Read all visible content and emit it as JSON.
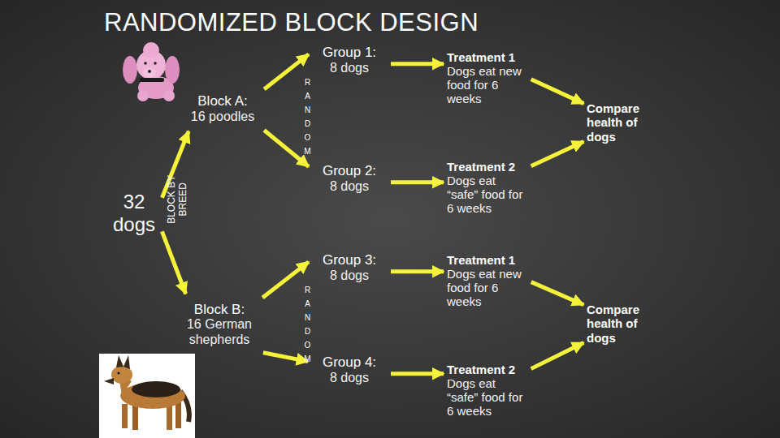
{
  "diagram": {
    "title": "RANDOMIZED BLOCK DESIGN",
    "nodes": [
      {
        "text": [
          "32 dogs"
        ]
      },
      {
        "text": [
          "Block A:",
          "16 poodles"
        ]
      },
      {
        "text": [
          "Group 1:",
          "8 dogs"
        ]
      },
      {
        "text": [
          "Treatment 1",
          "Dogs eat new food for 6 weeks"
        ]
      },
      {
        "text": [
          "Compare health of dogs"
        ]
      },
      {
        "text": [
          "Group 2:",
          "8 dogs"
        ]
      },
      {
        "text": [
          "Treatment 2",
          "Dogs eat “safe” food for 6 weeks"
        ]
      },
      {
        "text": [
          "Block B:",
          "16 German shepherds"
        ]
      },
      {
        "text": [
          "Group 3:",
          "8 dogs"
        ]
      },
      {
        "text": [
          "Treatment 1",
          "Dogs eat new food for 6 weeks"
        ]
      },
      {
        "text": [
          "Compare health of dogs"
        ]
      },
      {
        "text": [
          "Group 4:",
          "8 dogs"
        ]
      },
      {
        "text": [
          "Treatment 2",
          "Dogs eat “safe” food for 6 weeks"
        ]
      }
    ],
    "edges": [
      {
        "from": 0,
        "to": 1,
        "arrow": "to"
      },
      {
        "from": 0,
        "to": 7,
        "arrow": "to"
      },
      {
        "from": 1,
        "to": 2,
        "arrow": "to"
      },
      {
        "from": 1,
        "to": 5,
        "arrow": "to"
      },
      {
        "from": 2,
        "to": 3,
        "arrow": "to"
      },
      {
        "from": 3,
        "to": 4,
        "arrow": "to"
      },
      {
        "from": 5,
        "to": 6,
        "arrow": "to"
      },
      {
        "from": 6,
        "to": 4,
        "arrow": "to"
      },
      {
        "from": 7,
        "to": 8,
        "arrow": "to"
      },
      {
        "from": 7,
        "to": 11,
        "arrow": "to"
      },
      {
        "from": 8,
        "to": 9,
        "arrow": "to"
      },
      {
        "from": 9,
        "to": 10,
        "arrow": "to"
      },
      {
        "from": 11,
        "to": 12,
        "arrow": "to"
      },
      {
        "from": 12,
        "to": 10,
        "arrow": "to"
      }
    ],
    "labels": [
      "BLOCK BY BREED",
      "RANDOM",
      "RANDOM"
    ]
  }
}
